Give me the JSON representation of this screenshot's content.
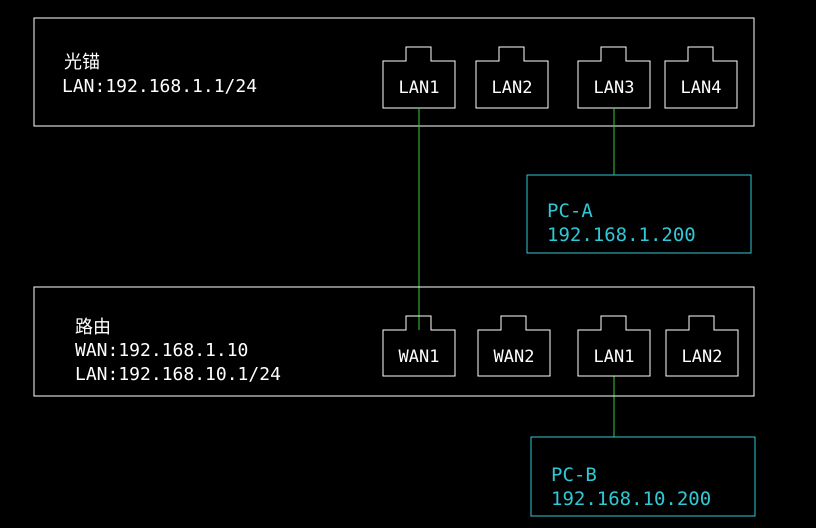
{
  "colors": {
    "background": "#000000",
    "device_outline": "#ffffff",
    "pc_outline": "#2fc8d4",
    "link_line": "#33cc33"
  },
  "modem": {
    "name": "光锚",
    "lan_ip": "LAN:192.168.1.1/24",
    "ports": [
      "LAN1",
      "LAN2",
      "LAN3",
      "LAN4"
    ]
  },
  "router": {
    "name": "路由",
    "wan_ip": "WAN:192.168.1.10",
    "lan_ip": "LAN:192.168.10.1/24",
    "ports": [
      "WAN1",
      "WAN2",
      "LAN1",
      "LAN2"
    ]
  },
  "pc_a": {
    "name": "PC-A",
    "ip": "192.168.1.200"
  },
  "pc_b": {
    "name": "PC-B",
    "ip": "192.168.10.200"
  }
}
